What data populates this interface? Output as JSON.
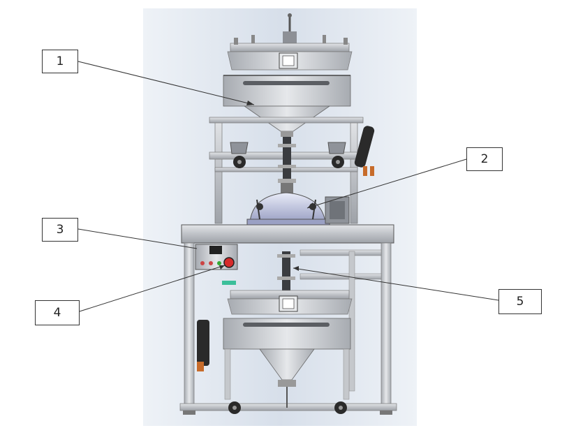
{
  "figure": {
    "background": "#ffffff",
    "backdrop_color": "#dfe6f0",
    "metal_color": "#b9bcc2",
    "accent_colors": {
      "green_panel": "#3bbf9a",
      "red_button": "#d62b2b",
      "coil": "#2a2a2a"
    }
  },
  "callouts": [
    {
      "id": "1",
      "label": "1"
    },
    {
      "id": "2",
      "label": "2"
    },
    {
      "id": "3",
      "label": "3"
    },
    {
      "id": "4",
      "label": "4"
    },
    {
      "id": "5",
      "label": "5"
    }
  ]
}
